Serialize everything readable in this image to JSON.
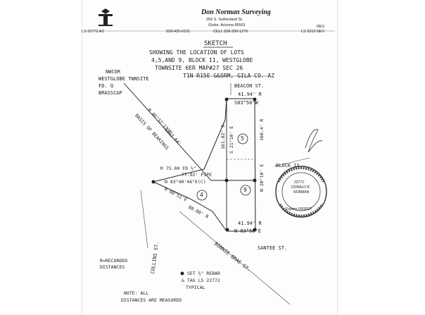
{
  "header": {
    "company": "Don Norman Surveying",
    "street": "266 S. Sutherland St.",
    "city": "Globe, Arizona 85501",
    "phone": "928-425-0191",
    "cell": "CELL 928-200-1276",
    "license_left": "LS 22772 AZ",
    "rev": "REV.",
    "license_right": "LS 9213 NEV"
  },
  "sketch": {
    "title": "SKETCH",
    "desc1": "SHOWING THE LOCATION OF LOTS",
    "desc2": "4,5,AND 9, BLOCK 11, WESTGLOBE",
    "desc3": "TOWNSITE 6ER MAP#27 SEC 26",
    "desc4": "T1N R15E G&SRM, GILA CO. AZ"
  },
  "labels": {
    "nw_corner": "NWCOR",
    "westglobe": "WESTGLOBE TWNSITE",
    "found": "FD. Q",
    "brass_cap": "BRASSCAP",
    "basis": "BASIS OF BEARINGS",
    "basis_brg": "N 46°32'13\"E",
    "basis_dist": "1622.64'",
    "beacon_st": "BEACON ST.",
    "top_dist": "41.94' R",
    "top_brg": "S83°50'W",
    "left_side": "161.82' R",
    "left_brg": "S 21°10' E",
    "right_side": "160.4' R",
    "right_brg": "N 20°10' E",
    "lot5": "5",
    "lot4": "4",
    "lot9": "9",
    "block": "BLOCK 11",
    "pipe_r": "R 75.00 FD ½\"",
    "pipe_dist": "77.92' PIPE",
    "mid_brg": "N 83°40'46\"E(C)",
    "sw_brg": "N 88°51'E",
    "sw_dist": "80.00' R",
    "bottom_dist": "41.94' R",
    "bottom_brg": "N 83°50'E",
    "santee": "SANTEE ST.",
    "bonnie": "BONNIE BRAE ST.",
    "collins": "COLLINS ST.",
    "recorded1": "R=RECORDED",
    "recorded2": "DISTANCES",
    "rebar1": "SET ½\" REBAR",
    "rebar2": "& TAG LS 22772",
    "rebar3": "TYPICAL",
    "note1": "NOTE: ALL",
    "note2": "DISTANCES ARE MEASURED"
  },
  "seal": {
    "number": "22772",
    "name1": "DONALD R.",
    "name2": "NORMAN",
    "expires": "Expires 09/30/27"
  },
  "colors": {
    "ink": "#1b1b1b",
    "seal": "#3c3c3c"
  }
}
